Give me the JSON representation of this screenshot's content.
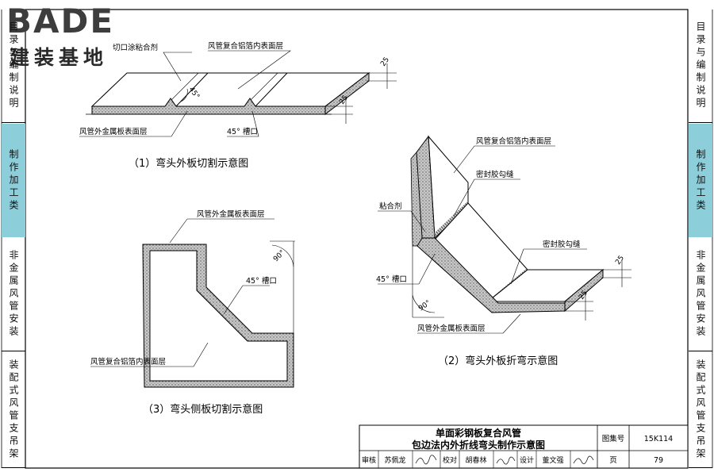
{
  "logo": {
    "word": "BADE",
    "subtitle": "建装基地"
  },
  "left_nav": [
    {
      "label": "目录与编制说明",
      "active": false
    },
    {
      "label": "制作加工类",
      "active": true
    },
    {
      "label": "非金属风管安装",
      "active": false
    },
    {
      "label": "装配式风管支吊架",
      "active": false
    }
  ],
  "right_nav": [
    {
      "label": "目录与编制说明",
      "active": false
    },
    {
      "label": "制作加工类",
      "active": true
    },
    {
      "label": "非金属风管安装",
      "active": false
    },
    {
      "label": "装配式风管支吊架",
      "active": false
    }
  ],
  "fig1": {
    "caption": "（1）弯头外板切割示意图",
    "label_adhesive": "切口涂粘合剂",
    "label_inner": "风管复合铝箔内表面层",
    "label_outer": "风管外金属板表面层",
    "label_groove": "45° 槽口",
    "angle": "45°",
    "dim_top": "25",
    "dim_bottom": "25"
  },
  "fig2": {
    "caption": "（2）弯头外板折弯示意图",
    "label_inner": "风管复合铝箔内表面层",
    "label_seal1": "密封胶勾缝",
    "label_adhesive": "粘合剂",
    "label_seal2": "密封胶勾缝",
    "label_groove": "45° 槽口",
    "label_outer": "风管外金属板表面层",
    "angle": "90°",
    "dim_top": "25",
    "dim_bottom": "25"
  },
  "fig3": {
    "caption": "（3）弯头侧板切割示意图",
    "label_outer": "风管外金属板表面层",
    "label_groove": "45° 槽口",
    "label_inner": "风管复合铝箔内表面层",
    "angle": "90°"
  },
  "title_block": {
    "title_line1": "单面彩钢板复合风管",
    "title_line2": "包边法内外折线弯头制作示意图",
    "atlas_label": "图集号",
    "atlas_no": "15K114",
    "page_label": "页",
    "page_no": "79",
    "review_label": "审核",
    "review_name": "苏佩龙",
    "check_label": "校对",
    "check_name": "胡春林",
    "design_label": "设计",
    "design_name": "董文强"
  }
}
